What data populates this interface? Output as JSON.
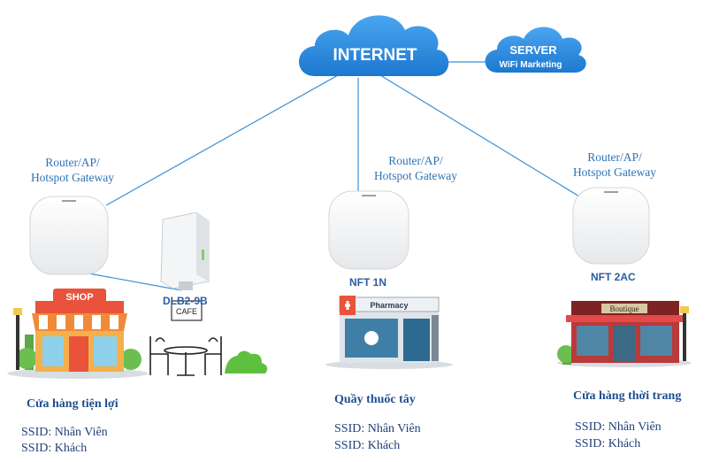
{
  "internet": {
    "label": "INTERNET"
  },
  "server": {
    "line1": "SERVER",
    "line2": "WiFi Marketing"
  },
  "gateways": [
    {
      "line1": "Router/AP/",
      "line2": "Hotspot Gateway"
    },
    {
      "line1": "Router/AP/",
      "line2": "Hotspot Gateway"
    },
    {
      "line1": "Router/AP/",
      "line2": "Hotspot Gateway"
    }
  ],
  "devices": {
    "dlb": "DLB2-9B",
    "nft1": "NFT 1N",
    "nft2": "NFT 2AC"
  },
  "signs": {
    "shop": "SHOP",
    "cafe": "CAFE",
    "pharmacy": "Pharmacy",
    "boutique": "Boutique"
  },
  "stores": [
    {
      "title": "Cửa hàng tiện lợi",
      "ssid1": "SSID: Nhân Viên",
      "ssid2": "SSID: Khách"
    },
    {
      "title": "Quầy thuốc tây",
      "ssid1": "SSID: Nhân Viên",
      "ssid2": "SSID: Khách"
    },
    {
      "title": "Cửa hàng thời trang",
      "ssid1": "SSID: Nhân Viên",
      "ssid2": "SSID: Khách"
    }
  ],
  "colors": {
    "cloud": "#2f8fe0",
    "line": "#3a8fd6",
    "label": "#2f74b5",
    "store_title": "#1f4f8f"
  }
}
